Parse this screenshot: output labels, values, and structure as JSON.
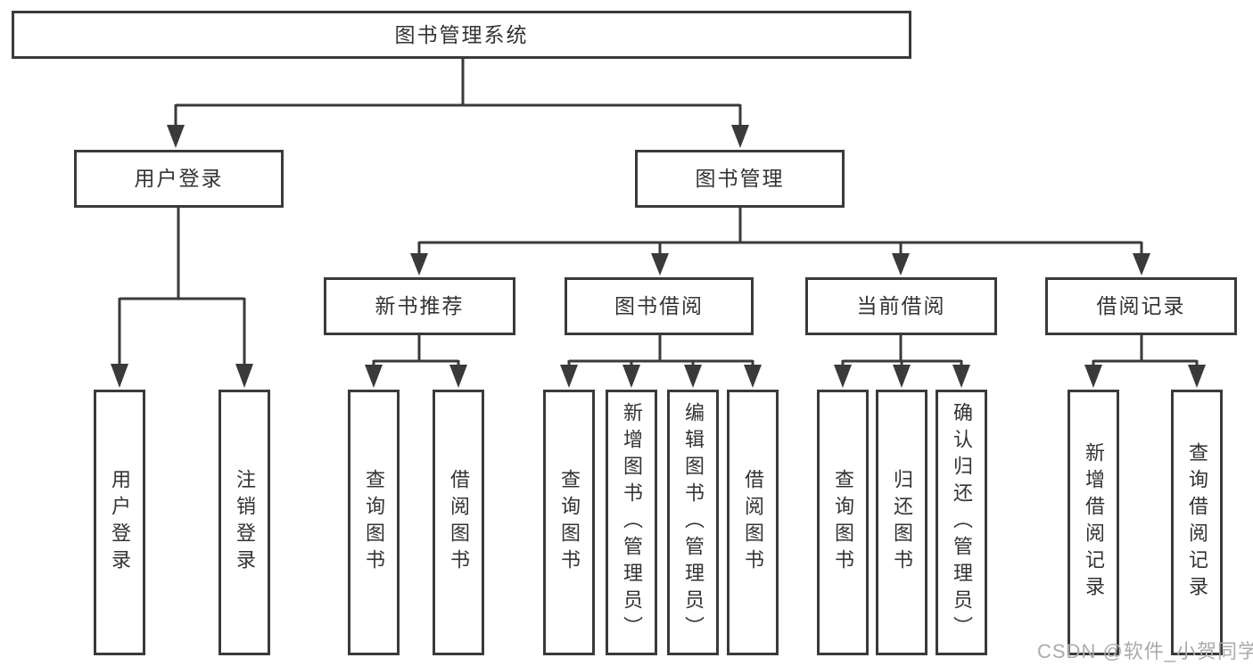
{
  "diagram": {
    "root": {
      "label": "图书管理系统"
    },
    "branches": [
      {
        "label": "用户登录",
        "children": [
          {
            "label": "用户登录"
          },
          {
            "label": "注销登录"
          }
        ]
      },
      {
        "label": "图书管理",
        "children": [
          {
            "label": "新书推荐",
            "children": [
              {
                "label": "查询图书"
              },
              {
                "label": "借阅图书"
              }
            ]
          },
          {
            "label": "图书借阅",
            "children": [
              {
                "label": "查询图书"
              },
              {
                "label": "新增图书（管理员）"
              },
              {
                "label": "编辑图书（管理员）"
              },
              {
                "label": "借阅图书"
              }
            ]
          },
          {
            "label": "当前借阅",
            "children": [
              {
                "label": "查询图书"
              },
              {
                "label": "归还图书"
              },
              {
                "label": "确认归还（管理员）"
              }
            ]
          },
          {
            "label": "借阅记录",
            "children": [
              {
                "label": "新增借阅记录"
              },
              {
                "label": "查询借阅记录"
              }
            ]
          }
        ]
      }
    ]
  },
  "colors": {
    "line": "#3a3a3a",
    "text": "#333333",
    "background": "#ffffff",
    "watermark": "#ababab"
  },
  "watermark": {
    "text": "CSDN @软件_小贺同学"
  }
}
